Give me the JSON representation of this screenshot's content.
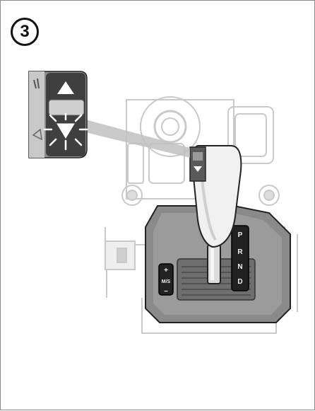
{
  "step": {
    "number": "3"
  },
  "gear_selector": {
    "positions": [
      "P",
      "R",
      "N",
      "D"
    ],
    "manual_gate": {
      "plus": "+",
      "mode": "M/S",
      "minus": "–"
    }
  },
  "callout": {
    "up_arrow": "triangle-up",
    "down_arrow": "triangle-down-illuminated"
  },
  "colors": {
    "console_dark": "#555555",
    "console_mid": "#8c8c8c",
    "indicator_light": "#ffffff"
  }
}
